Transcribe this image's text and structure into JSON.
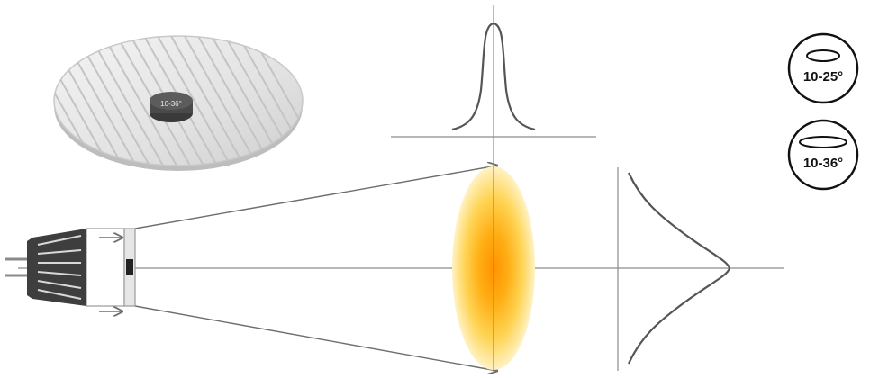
{
  "lens_disc": {
    "label": "10-36°"
  },
  "badges": [
    {
      "label": "10-25°",
      "icon": "narrow-ellipse-icon"
    },
    {
      "label": "10-36°",
      "icon": "wide-ellipse-icon"
    }
  ],
  "colors": {
    "beam_core": "#ff9a00",
    "beam_mid": "#ffc63a",
    "beam_edge": "#fff0b0",
    "axis": "#8c8c8c",
    "curve": "#555555"
  },
  "icons": [
    "lens-disc-icon",
    "led-lamp-icon",
    "narrow-ellipse-icon",
    "wide-ellipse-icon",
    "arrowhead-icon"
  ]
}
